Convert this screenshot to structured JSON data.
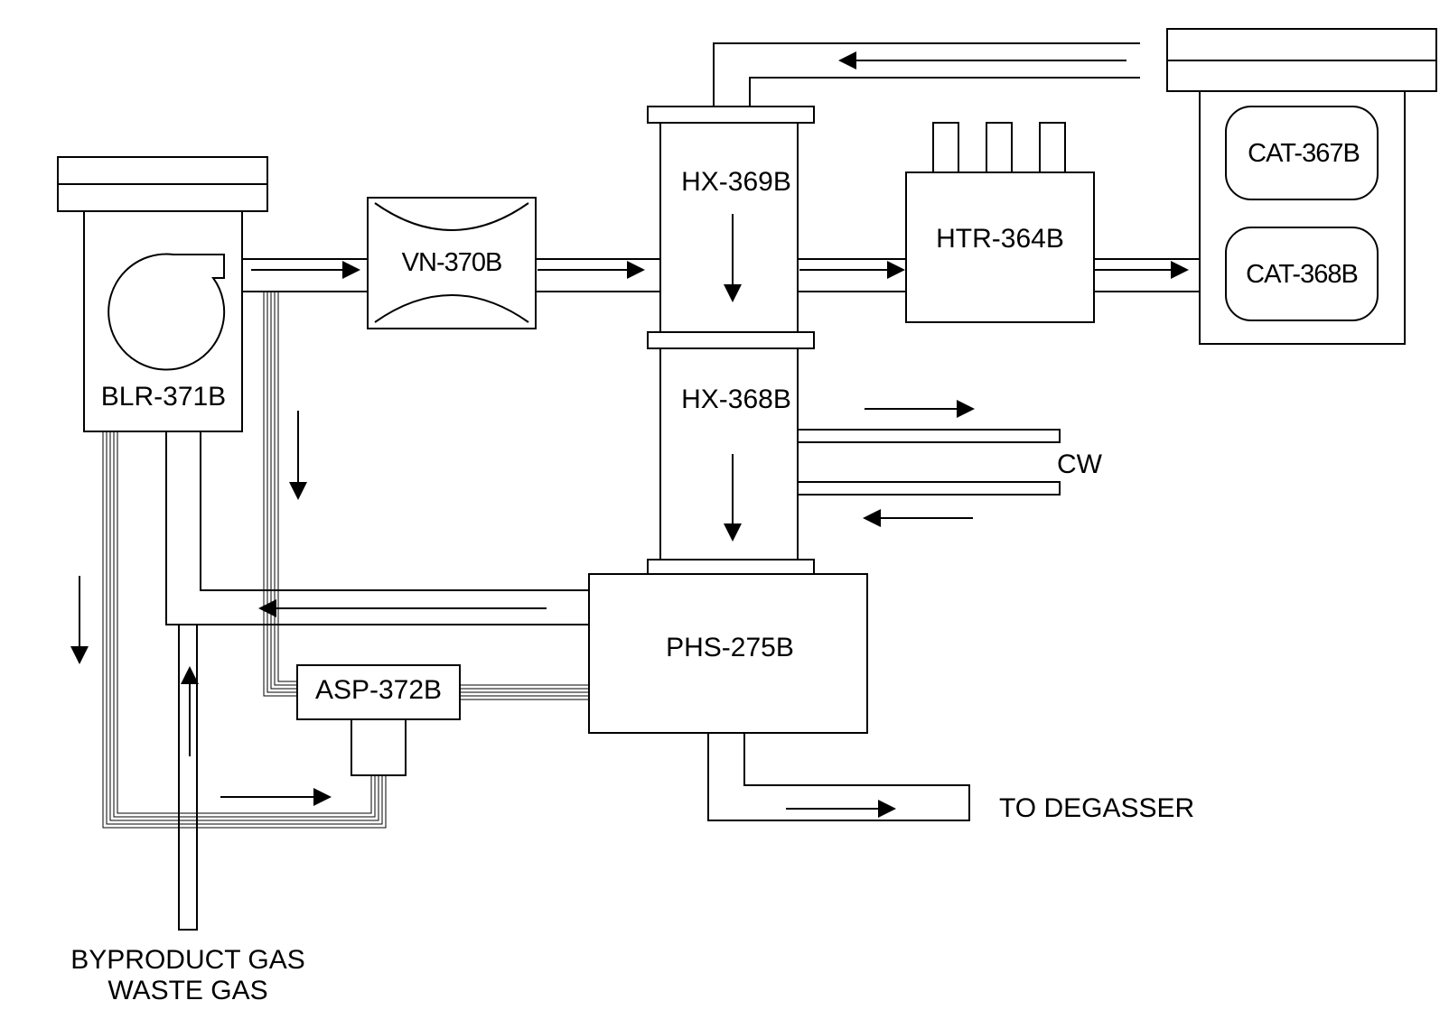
{
  "equipment": {
    "blower": "BLR-371B",
    "vent": "VN-370B",
    "hx_upper": "HX-369B",
    "hx_lower": "HX-368B",
    "heater": "HTR-364B",
    "cat_upper": "CAT-367B",
    "cat_lower": "CAT-368B",
    "separator": "PHS-275B",
    "aspirator": "ASP-372B"
  },
  "streams": {
    "cooling_water": "CW",
    "to_degasser": "TO DEGASSER",
    "byproduct_gas": "BYPRODUCT GAS",
    "waste_gas": "WASTE GAS"
  },
  "colors": {
    "line": "#000000",
    "background": "#ffffff"
  }
}
